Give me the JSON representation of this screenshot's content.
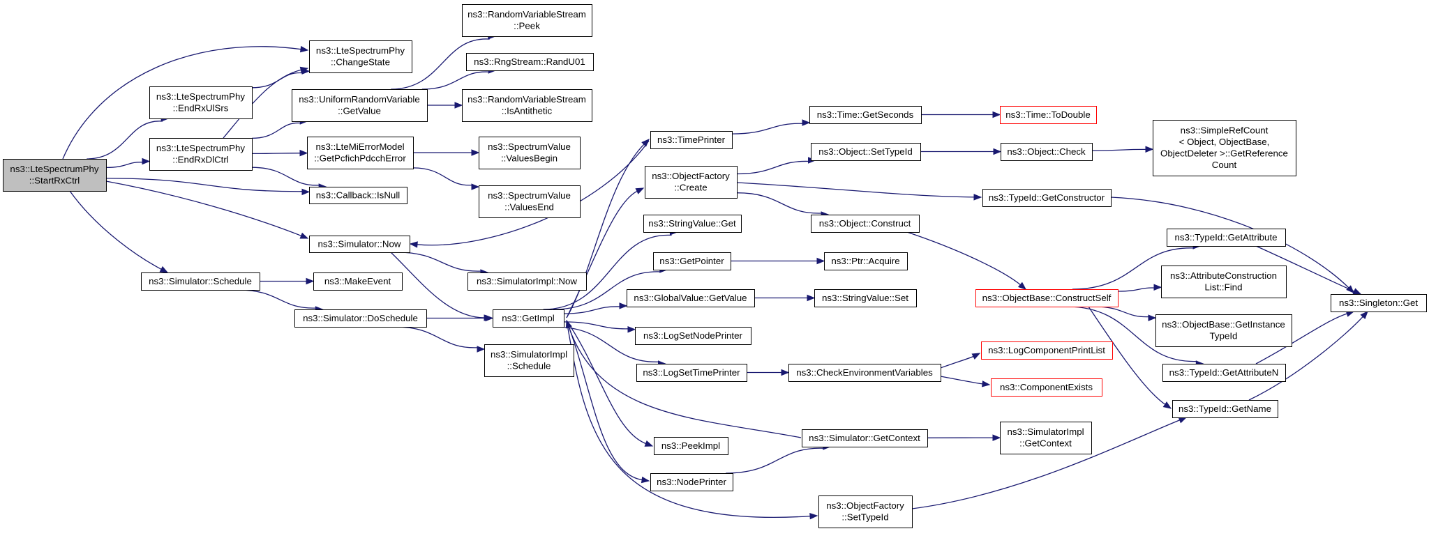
{
  "colors": {
    "edge": "#191970",
    "node_border": "#000000",
    "node_border_truncated": "#ff0000",
    "root_fill": "#bfbfbf",
    "node_fill": "#ffffff"
  },
  "nodes": [
    {
      "id": "startrx",
      "lines": [
        "ns3::LteSpectrumPhy",
        "::StartRxCtrl"
      ],
      "root": true
    },
    {
      "id": "changestate",
      "lines": [
        "ns3::LteSpectrumPhy",
        "::ChangeState"
      ]
    },
    {
      "id": "endrxul",
      "lines": [
        "ns3::LteSpectrumPhy",
        "::EndRxUlSrs"
      ]
    },
    {
      "id": "endrxdl",
      "lines": [
        "ns3::LteSpectrumPhy",
        "::EndRxDlCtrl"
      ]
    },
    {
      "id": "isnull",
      "lines": [
        "ns3::Callback::IsNull"
      ]
    },
    {
      "id": "simnow",
      "lines": [
        "ns3::Simulator::Now"
      ]
    },
    {
      "id": "schedule",
      "lines": [
        "ns3::Simulator::Schedule"
      ]
    },
    {
      "id": "urvgetvalue",
      "lines": [
        "ns3::UniformRandomVariable",
        "::GetValue"
      ]
    },
    {
      "id": "ltemierror",
      "lines": [
        "ns3::LteMiErrorModel",
        "::GetPcfichPdcchError"
      ]
    },
    {
      "id": "rvspeek",
      "lines": [
        "ns3::RandomVariableStream",
        "::Peek"
      ]
    },
    {
      "id": "randu01",
      "lines": [
        "ns3::RngStream::RandU01"
      ]
    },
    {
      "id": "isantithetic",
      "lines": [
        "ns3::RandomVariableStream",
        "::IsAntithetic"
      ]
    },
    {
      "id": "valuesbegin",
      "lines": [
        "ns3::SpectrumValue",
        "::ValuesBegin"
      ]
    },
    {
      "id": "valuesend",
      "lines": [
        "ns3::SpectrumValue",
        "::ValuesEnd"
      ]
    },
    {
      "id": "simimplnow",
      "lines": [
        "ns3::SimulatorImpl::Now"
      ]
    },
    {
      "id": "makeevent",
      "lines": [
        "ns3::MakeEvent"
      ]
    },
    {
      "id": "doschedule",
      "lines": [
        "ns3::Simulator::DoSchedule"
      ]
    },
    {
      "id": "simimplschedule",
      "lines": [
        "ns3::SimulatorImpl",
        "::Schedule"
      ]
    },
    {
      "id": "getimpl",
      "lines": [
        "ns3::GetImpl"
      ]
    },
    {
      "id": "timeprinter",
      "lines": [
        "ns3::TimePrinter"
      ]
    },
    {
      "id": "ofcreate",
      "lines": [
        "ns3::ObjectFactory",
        "::Create"
      ]
    },
    {
      "id": "strvalueget",
      "lines": [
        "ns3::StringValue::Get"
      ]
    },
    {
      "id": "getpointer",
      "lines": [
        "ns3::GetPointer"
      ]
    },
    {
      "id": "gvgetvalue",
      "lines": [
        "ns3::GlobalValue::GetValue"
      ]
    },
    {
      "id": "logsetnode",
      "lines": [
        "ns3::LogSetNodePrinter"
      ]
    },
    {
      "id": "logsettime",
      "lines": [
        "ns3::LogSetTimePrinter"
      ]
    },
    {
      "id": "peekimpl",
      "lines": [
        "ns3::PeekImpl"
      ]
    },
    {
      "id": "nodeprinter",
      "lines": [
        "ns3::NodePrinter"
      ]
    },
    {
      "id": "ofsettypeid",
      "lines": [
        "ns3::ObjectFactory",
        "::SetTypeId"
      ]
    },
    {
      "id": "timegetseconds",
      "lines": [
        "ns3::Time::GetSeconds"
      ]
    },
    {
      "id": "timetodouble",
      "lines": [
        "ns3::Time::ToDouble"
      ],
      "truncated": true
    },
    {
      "id": "objsettypeid",
      "lines": [
        "ns3::Object::SetTypeId"
      ]
    },
    {
      "id": "objcheck",
      "lines": [
        "ns3::Object::Check"
      ]
    },
    {
      "id": "simplerefcount",
      "lines": [
        "ns3::SimpleRefCount",
        "< Object, ObjectBase,",
        "ObjectDeleter >::GetReference",
        "Count"
      ]
    },
    {
      "id": "objconstruct",
      "lines": [
        "ns3::Object::Construct"
      ]
    },
    {
      "id": "typeidgetctor",
      "lines": [
        "ns3::TypeId::GetConstructor"
      ]
    },
    {
      "id": "ptracquire",
      "lines": [
        "ns3::Ptr::Acquire"
      ]
    },
    {
      "id": "strvalueset",
      "lines": [
        "ns3::StringValue::Set"
      ]
    },
    {
      "id": "checkenv",
      "lines": [
        "ns3::CheckEnvironmentVariables"
      ]
    },
    {
      "id": "simgetcontext",
      "lines": [
        "ns3::Simulator::GetContext"
      ]
    },
    {
      "id": "simimplgetcontext",
      "lines": [
        "ns3::SimulatorImpl",
        "::GetContext"
      ]
    },
    {
      "id": "constructself",
      "lines": [
        "ns3::ObjectBase::ConstructSelf"
      ],
      "truncated": true
    },
    {
      "id": "logcomp",
      "lines": [
        "ns3::LogComponentPrintList"
      ],
      "truncated": true
    },
    {
      "id": "compexists",
      "lines": [
        "ns3::ComponentExists"
      ],
      "truncated": true
    },
    {
      "id": "typeidgetattr",
      "lines": [
        "ns3::TypeId::GetAttribute"
      ]
    },
    {
      "id": "attrconstfind",
      "lines": [
        "ns3::AttributeConstruction",
        "List::Find"
      ]
    },
    {
      "id": "obgetinstance",
      "lines": [
        "ns3::ObjectBase::GetInstance",
        "TypeId"
      ]
    },
    {
      "id": "typeidgetattrn",
      "lines": [
        "ns3::TypeId::GetAttributeN"
      ]
    },
    {
      "id": "typeidgetname",
      "lines": [
        "ns3::TypeId::GetName"
      ]
    },
    {
      "id": "singletonget",
      "lines": [
        "ns3::Singleton::Get"
      ]
    }
  ],
  "edges": [
    [
      "startrx",
      "changestate"
    ],
    [
      "startrx",
      "endrxul"
    ],
    [
      "startrx",
      "endrxdl"
    ],
    [
      "startrx",
      "isnull"
    ],
    [
      "startrx",
      "simnow"
    ],
    [
      "startrx",
      "schedule"
    ],
    [
      "endrxul",
      "changestate"
    ],
    [
      "endrxdl",
      "changestate"
    ],
    [
      "endrxdl",
      "urvgetvalue"
    ],
    [
      "endrxdl",
      "ltemierror"
    ],
    [
      "endrxdl",
      "isnull"
    ],
    [
      "urvgetvalue",
      "rvspeek"
    ],
    [
      "urvgetvalue",
      "randu01"
    ],
    [
      "urvgetvalue",
      "isantithetic"
    ],
    [
      "ltemierror",
      "valuesbegin"
    ],
    [
      "ltemierror",
      "valuesend"
    ],
    [
      "simnow",
      "simimplnow"
    ],
    [
      "simnow",
      "getimpl"
    ],
    [
      "schedule",
      "makeevent"
    ],
    [
      "schedule",
      "doschedule"
    ],
    [
      "doschedule",
      "getimpl"
    ],
    [
      "doschedule",
      "simimplschedule"
    ],
    [
      "getimpl",
      "timeprinter"
    ],
    [
      "getimpl",
      "ofcreate"
    ],
    [
      "getimpl",
      "strvalueget"
    ],
    [
      "getimpl",
      "getpointer"
    ],
    [
      "getimpl",
      "gvgetvalue"
    ],
    [
      "getimpl",
      "logsetnode"
    ],
    [
      "getimpl",
      "logsettime"
    ],
    [
      "getimpl",
      "peekimpl"
    ],
    [
      "getimpl",
      "nodeprinter"
    ],
    [
      "getimpl",
      "ofsettypeid"
    ],
    [
      "timeprinter",
      "simnow"
    ],
    [
      "timeprinter",
      "timegetseconds"
    ],
    [
      "timegetseconds",
      "timetodouble"
    ],
    [
      "ofcreate",
      "objsettypeid"
    ],
    [
      "ofcreate",
      "objconstruct"
    ],
    [
      "ofcreate",
      "typeidgetctor"
    ],
    [
      "objsettypeid",
      "objcheck"
    ],
    [
      "objcheck",
      "simplerefcount"
    ],
    [
      "objconstruct",
      "constructself"
    ],
    [
      "typeidgetctor",
      "singletonget"
    ],
    [
      "getpointer",
      "ptracquire"
    ],
    [
      "gvgetvalue",
      "strvalueset"
    ],
    [
      "logsettime",
      "checkenv"
    ],
    [
      "checkenv",
      "logcomp"
    ],
    [
      "checkenv",
      "compexists"
    ],
    [
      "simgetcontext",
      "getimpl"
    ],
    [
      "simgetcontext",
      "simimplgetcontext"
    ],
    [
      "nodeprinter",
      "simgetcontext"
    ],
    [
      "ofsettypeid",
      "typeidgetname"
    ],
    [
      "constructself",
      "typeidgetattr"
    ],
    [
      "constructself",
      "attrconstfind"
    ],
    [
      "constructself",
      "obgetinstance"
    ],
    [
      "constructself",
      "typeidgetattrn"
    ],
    [
      "constructself",
      "typeidgetname"
    ],
    [
      "typeidgetattr",
      "singletonget"
    ],
    [
      "typeidgetattrn",
      "singletonget"
    ],
    [
      "typeidgetname",
      "singletonget"
    ]
  ]
}
